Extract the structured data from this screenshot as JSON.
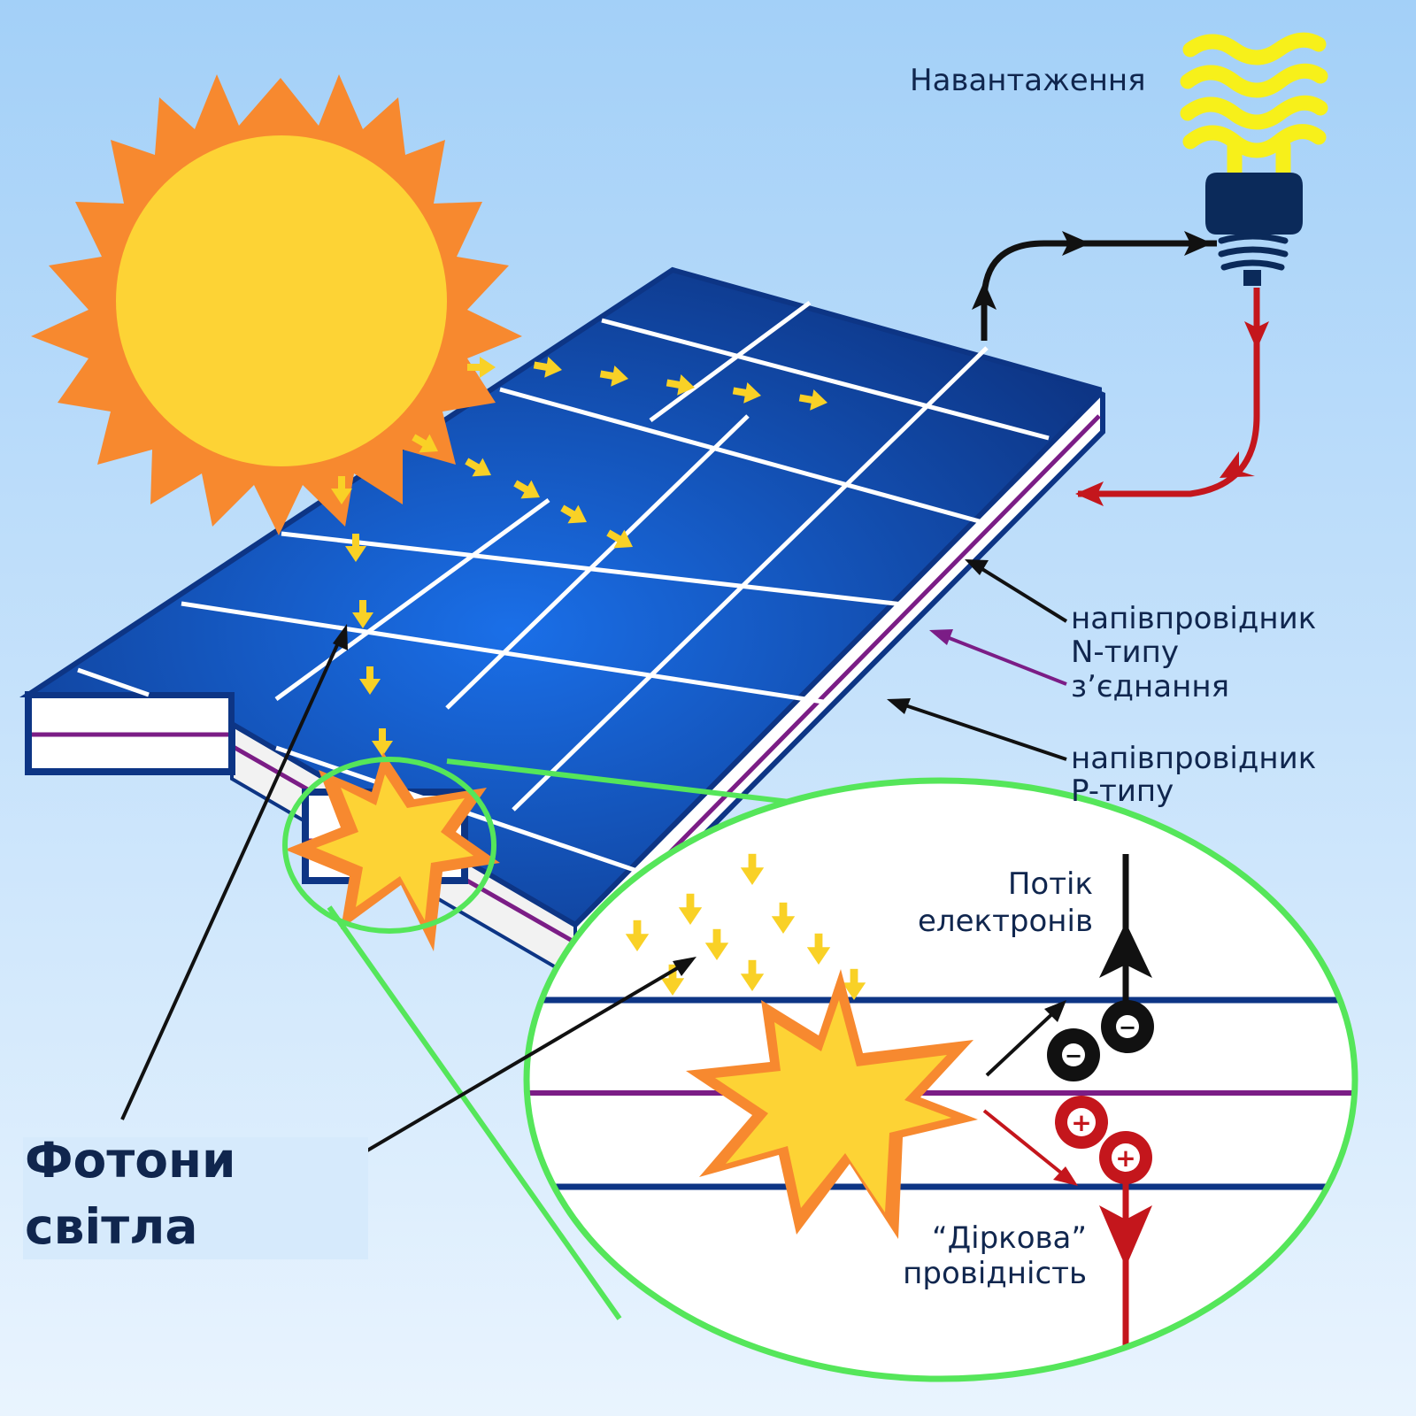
{
  "labels": {
    "load": "Навантаження",
    "n_type_1": "напівпровідник",
    "n_type_2": "N-типу",
    "junction": "з’єднання",
    "p_type_1": "напівпровідник",
    "p_type_2": "P-типу",
    "photons_1": "Фотони",
    "photons_2": "світла",
    "electron_flow_1": "Потік",
    "electron_flow_2": "електронів",
    "hole_1": "“Діркова”",
    "hole_2": "провідність"
  },
  "charges": {
    "electron_symbol": "−",
    "hole_symbol": "+"
  },
  "colors": {
    "sky_top": "#a3d0f8",
    "sky_bottom": "#e9f4fe",
    "sun_core": "#fdd335",
    "sun_rays": "#f7892f",
    "panel_dark": "#0d3585",
    "panel_light": "#1a6fe8",
    "grid_lines": "#ffffff",
    "junction_line": "#7b1d86",
    "photon_arrow": "#f9d126",
    "zoom_outline": "#55e65a",
    "electron": "#111111",
    "hole": "#c4161c",
    "current_black": "#111111",
    "current_red": "#c4161c",
    "bulb": "#f7f01a",
    "bulb_base": "#0b2a5a"
  }
}
